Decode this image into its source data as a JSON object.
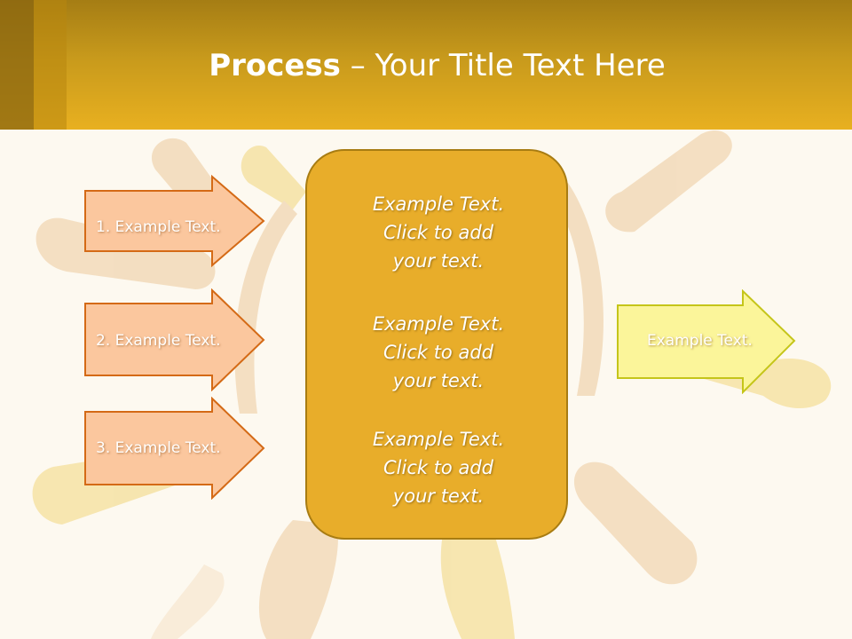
{
  "title": {
    "bold": "Process",
    "rest": " – Your Title Text Here"
  },
  "left_arrows": [
    {
      "label": "1. Example Text."
    },
    {
      "label": "2. Example Text."
    },
    {
      "label": "3. Example Text."
    }
  ],
  "center_blocks": [
    {
      "line1": "Example Text.",
      "line2": "Click  to add",
      "line3": "your text."
    },
    {
      "line1": "Example Text.",
      "line2": "Click  to add",
      "line3": "your text."
    },
    {
      "line1": "Example Text.",
      "line2": "Click  to add",
      "line3": "your text."
    }
  ],
  "right_arrow": {
    "label": "Example Text."
  },
  "colors": {
    "header": "#e8b020",
    "left_arrow_fill": "#fbc79e",
    "left_arrow_stroke": "#d46a16",
    "center_fill": "#e8ad2a",
    "right_arrow_fill": "#fbf59a",
    "right_arrow_stroke": "#c5c51a"
  }
}
